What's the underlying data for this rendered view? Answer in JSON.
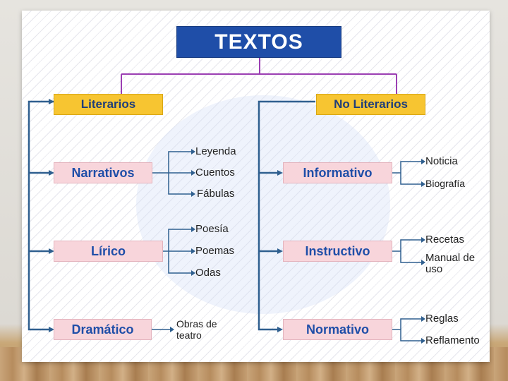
{
  "title": "TEXTOS",
  "categories": [
    {
      "label": "Literarios",
      "subtypes": [
        {
          "label": "Narrativos",
          "items": [
            "Leyenda",
            "Cuentos",
            "Fábulas"
          ]
        },
        {
          "label": "Lírico",
          "items": [
            "Poesía",
            "Poemas",
            "Odas"
          ]
        },
        {
          "label": "Dramático",
          "items": [
            "Obras de teatro"
          ]
        }
      ]
    },
    {
      "label": "No Literarios",
      "subtypes": [
        {
          "label": "Informativo",
          "items": [
            "Noticia",
            "Biografía"
          ]
        },
        {
          "label": "Instructivo",
          "items": [
            "Recetas",
            "Manual de uso"
          ]
        },
        {
          "label": "Normativo",
          "items": [
            "Reglas",
            "Reflamento"
          ]
        }
      ]
    }
  ],
  "colors": {
    "title_bg": "#1f4ea8",
    "category_bg": "#f7c531",
    "subtype_bg": "#f8d5db",
    "connector_main": "#9b3fb3",
    "connector_side": "#2f5f8f"
  }
}
